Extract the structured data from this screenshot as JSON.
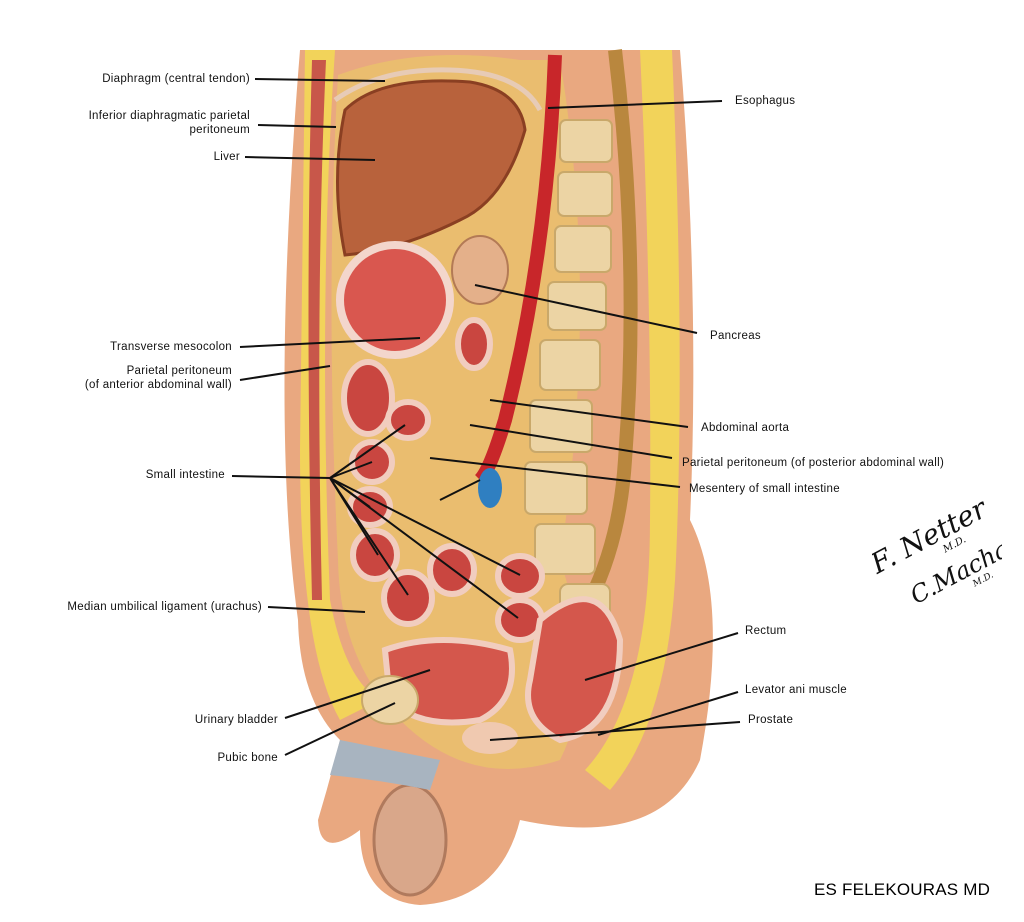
{
  "labels": {
    "diaphragm": "Diaphragm (central tendon)",
    "inferior_peritoneum_1": "Inferior diaphragmatic parietal",
    "inferior_peritoneum_2": "peritoneum",
    "liver": "Liver",
    "esophagus": "Esophagus",
    "pancreas": "Pancreas",
    "transverse_mesocolon": "Transverse mesocolon",
    "parietal_anterior_1": "Parietal peritoneum",
    "parietal_anterior_2": "(of anterior abdominal wall)",
    "abdominal_aorta": "Abdominal aorta",
    "parietal_posterior": "Parietal peritoneum (of posterior abdominal wall)",
    "mesentery": "Mesentery of small intestine",
    "small_intestine": "Small intestine",
    "urachus": "Median umbilical ligament (urachus)",
    "rectum": "Rectum",
    "levator_ani": "Levator ani muscle",
    "prostate": "Prostate",
    "urinary_bladder": "Urinary bladder",
    "pubic_bone": "Pubic bone"
  },
  "signature": {
    "line1": "F. Netter",
    "line1_suffix": "M.D.",
    "line2": "C.Machado",
    "line2_suffix": "M.D."
  },
  "credit": "ES FELEKOURAS MD",
  "colors": {
    "skin": "#e6a47c",
    "muscle": "#c8574a",
    "fat": "#f2d35a",
    "liver": "#b8623c",
    "bowel": "#d9574f",
    "aorta": "#c8262a",
    "bone": "#ecd4a4",
    "leader": "#111111"
  }
}
